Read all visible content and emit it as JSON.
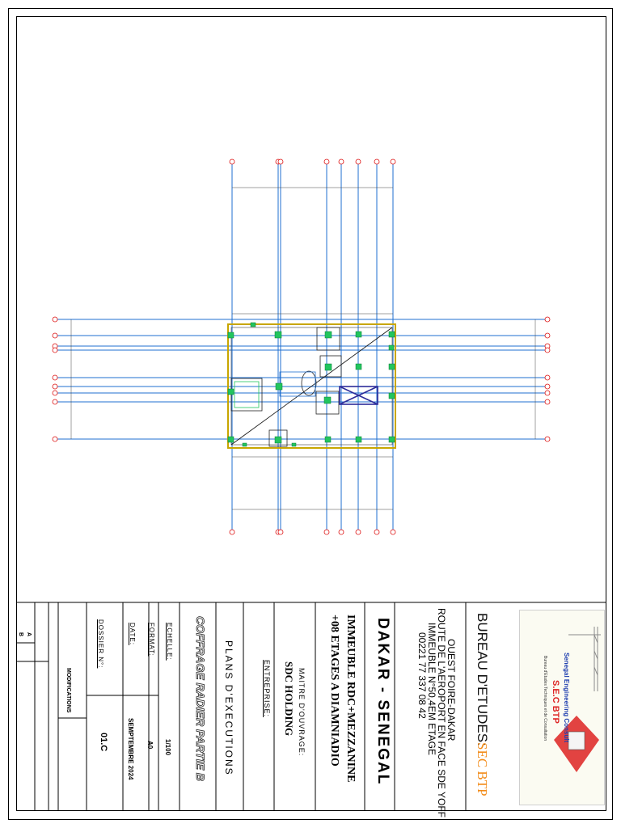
{
  "title_block": {
    "bureau_label": "BUREAU D'ETUDES:",
    "bureau_name": "SEC BTP",
    "address_line1": "OUEST FOIRE-DAKAR",
    "address_line2": "ROUTE DE L'AEROPORT EN FACE SDE YOFF",
    "address_line3": "IMMEUBLE N°50,4EM ETAGE",
    "phone": "00221 77 337 08 42",
    "city": "DAKAR - SENEGAL",
    "project_line1": "IMMEUBLE RDC+MEZZANINE",
    "project_line2": "+08 ETAGES A DIAMNIADIO",
    "owner_label": "MAITRE D'OUVRAGE:",
    "owner_name": "SDC HOLDING",
    "contractor_label": "ENTREPRISE:",
    "plans_label": "PLANS D'EXECUTIONS",
    "sheet_title": "COFFRAGE RADIER PARTIE B",
    "scale_label": "ECHELLE:",
    "scale_value": "1/100",
    "format_label": "FORMAT:",
    "format_value": "A0",
    "date_label": "DATE:",
    "date_value": "SEMPTEMBRE 2024",
    "folder_label": "DOSSIER N°:",
    "folder_value": "01.C",
    "modifications_label": "MODIFICATIONS",
    "rev_a": "A",
    "rev_b": "B"
  },
  "logo": {
    "company_name": "Senegal Engineering Consult",
    "company_short": "S.E.C BTP",
    "subtitle": "Bureau d'Etudes Techniques et de Consultation"
  },
  "colors": {
    "grid_line": "#1f6fd0",
    "column": "#22c55e",
    "beam": "#c8a600",
    "cage": "#2d2c9a",
    "accent": "#f28c1a",
    "text": "#111111"
  }
}
